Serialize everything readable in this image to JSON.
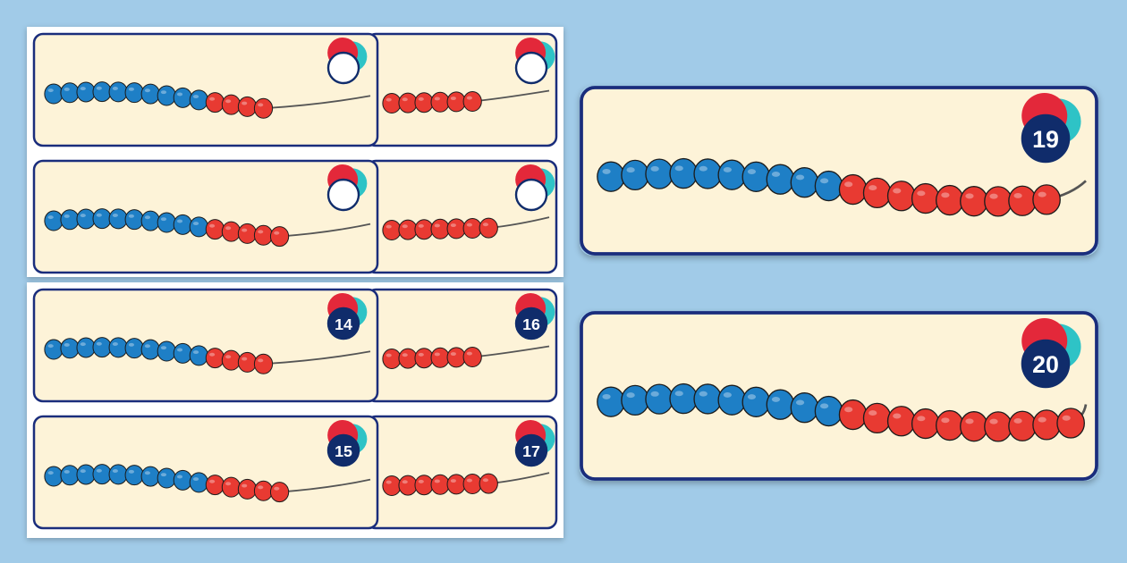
{
  "colors": {
    "background": "#a1cbe8",
    "card_fill": "#fdf3d8",
    "card_border": "#1a2d7c",
    "blue_bead": "#1e7fc6",
    "red_bead": "#e83a32",
    "badge_navy": "#102c6b",
    "badge_red": "#e3283a",
    "badge_teal": "#2ec3c6",
    "string": "#555555"
  },
  "sheets": [
    {
      "cards": [
        {
          "number": "",
          "blue_beads": 10,
          "red_beads": 4
        },
        {
          "number": "",
          "visible_red_beads": 6
        },
        {
          "number": "",
          "blue_beads": 10,
          "red_beads": 5
        },
        {
          "number": "",
          "visible_red_beads": 7
        }
      ]
    },
    {
      "cards": [
        {
          "number": "14",
          "blue_beads": 10,
          "red_beads": 4
        },
        {
          "number": "16",
          "visible_red_beads": 6
        },
        {
          "number": "15",
          "blue_beads": 10,
          "red_beads": 5
        },
        {
          "number": "17",
          "visible_red_beads": 7
        }
      ]
    }
  ],
  "large_cards": [
    {
      "number": "19",
      "blue_beads": 10,
      "red_beads": 9
    },
    {
      "number": "20",
      "blue_beads": 10,
      "red_beads": 10
    }
  ]
}
